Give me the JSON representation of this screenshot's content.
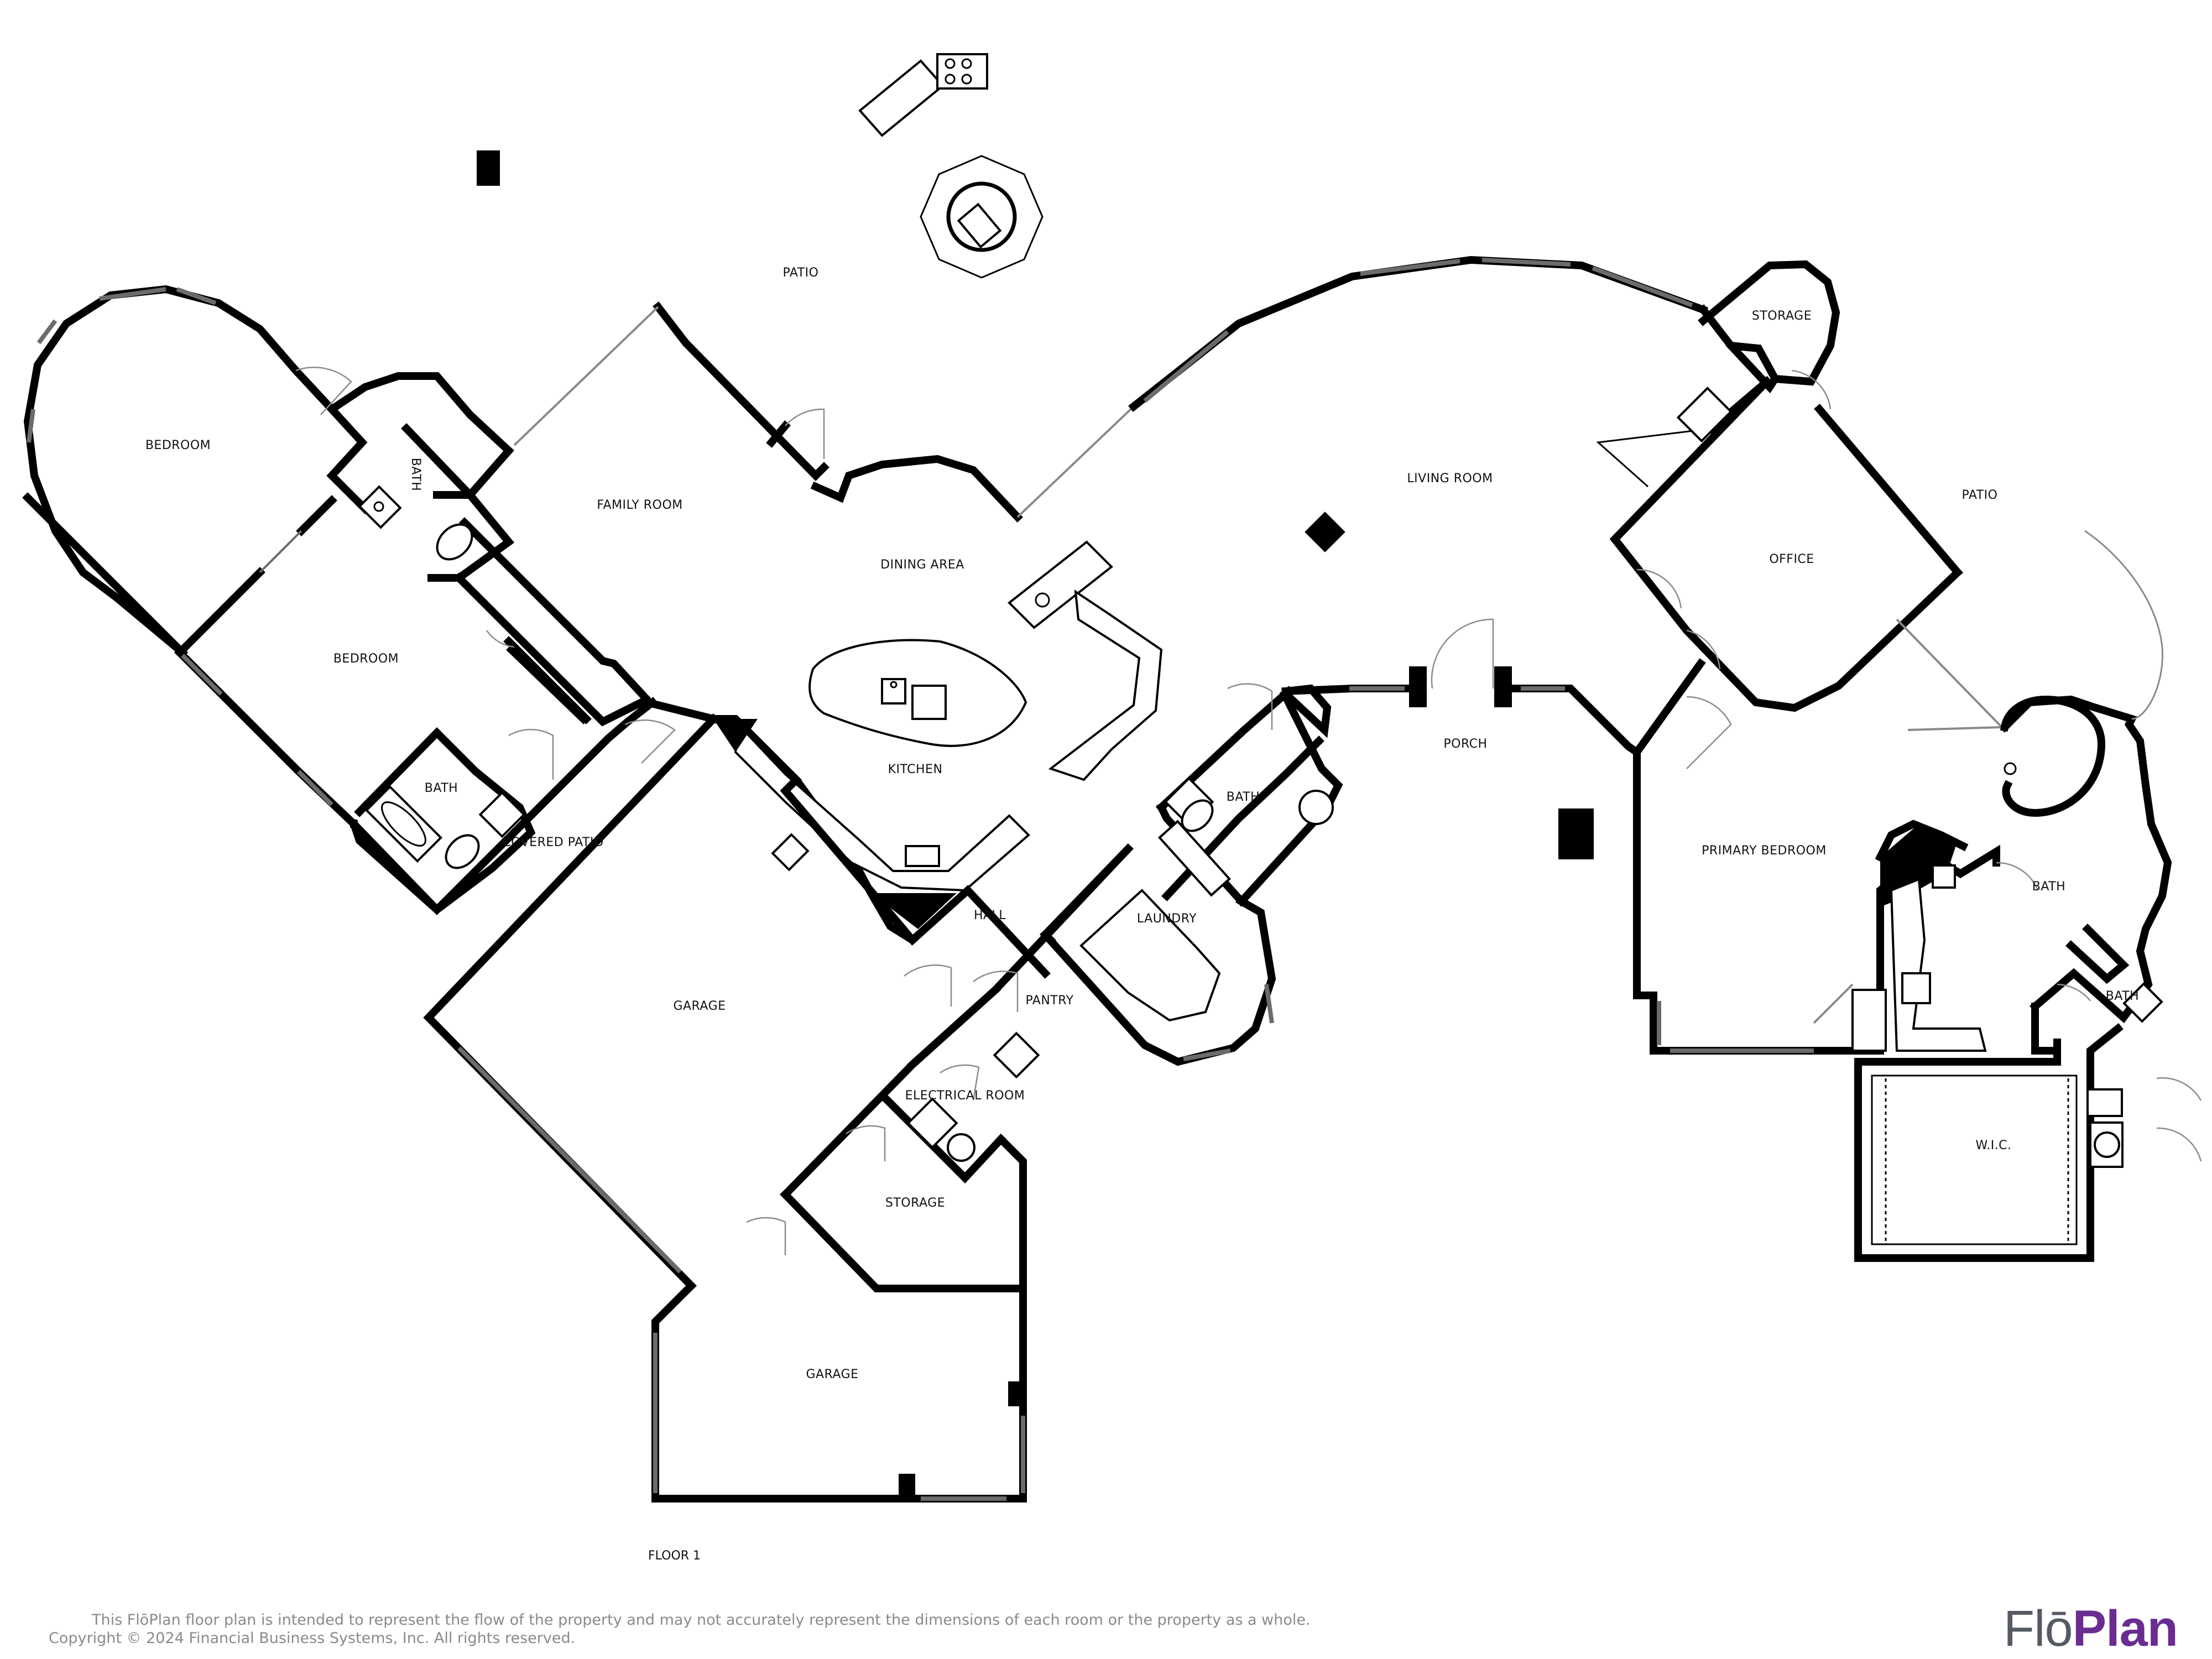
{
  "rooms": {
    "patio_north": "PATIO",
    "bedroom_1": "BEDROOM",
    "bath_1": "BATH",
    "family_room": "FAMILY ROOM",
    "dining_area": "DINING AREA",
    "living_room": "LIVING ROOM",
    "storage_ne": "STORAGE",
    "patio_east": "PATIO",
    "office": "OFFICE",
    "bedroom_2": "BEDROOM",
    "bath_2": "BATH",
    "covered_patio": "COVERED PATIO",
    "kitchen": "KITCHEN",
    "bath_3": "BATH",
    "porch": "PORCH",
    "primary_bedroom": "PRIMARY BEDROOM",
    "bath_primary": "BATH",
    "hall": "HALL",
    "laundry": "LAUNDRY",
    "garage_1": "GARAGE",
    "pantry": "PANTRY",
    "bath_small": "BATH",
    "electrical_room": "ELECTRICAL ROOM",
    "wic": "W.I.C.",
    "storage_s": "STORAGE",
    "garage_2": "GARAGE"
  },
  "floor_label": "FLOOR 1",
  "footer": {
    "disclaimer_line1": "This FlōPlan floor plan is intended to represent the flow of the property and may not accurately represent the dimensions of each room or the property as a whole.",
    "disclaimer_line2": "Copyright © 2024 Financial Business Systems, Inc. All rights reserved."
  },
  "brand": {
    "name_part1": "Flō",
    "name_part2": "Plan",
    "color_flo": "#555a63",
    "color_plan": "#6a2c91"
  }
}
